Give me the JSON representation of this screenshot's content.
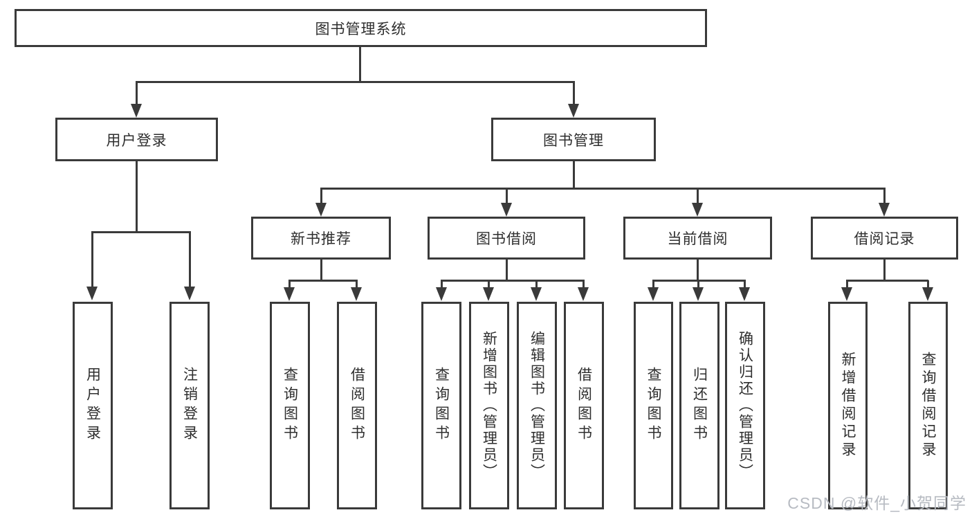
{
  "colors": {
    "line": "#3a3a3a",
    "box_border": "#3a3a3a",
    "text": "#2e2e2e",
    "watermark": "#b7bbc2",
    "background": "#ffffff"
  },
  "diagram": {
    "root": "图书管理系统",
    "level2": {
      "user_login": "用户登录",
      "book_mgmt": "图书管理"
    },
    "user_login_children": {
      "login": "用户登录",
      "logout": "注销登录"
    },
    "level3": {
      "new_books": "新书推荐",
      "book_borrow": "图书借阅",
      "current_borrow": "当前借阅",
      "borrow_records": "借阅记录"
    },
    "new_books_children": {
      "query": "查询图书",
      "borrow": "借阅图书"
    },
    "book_borrow_children": {
      "query": "查询图书",
      "add": "新增图书（管理员）",
      "edit": "编辑图书（管理员）",
      "borrow": "借阅图书"
    },
    "current_borrow_children": {
      "query": "查询图书",
      "return": "归还图书",
      "confirm": "确认归还（管理员）"
    },
    "borrow_records_children": {
      "add": "新增借阅记录",
      "query": "查询借阅记录"
    }
  },
  "watermark": "CSDN @软件_小贺同学"
}
